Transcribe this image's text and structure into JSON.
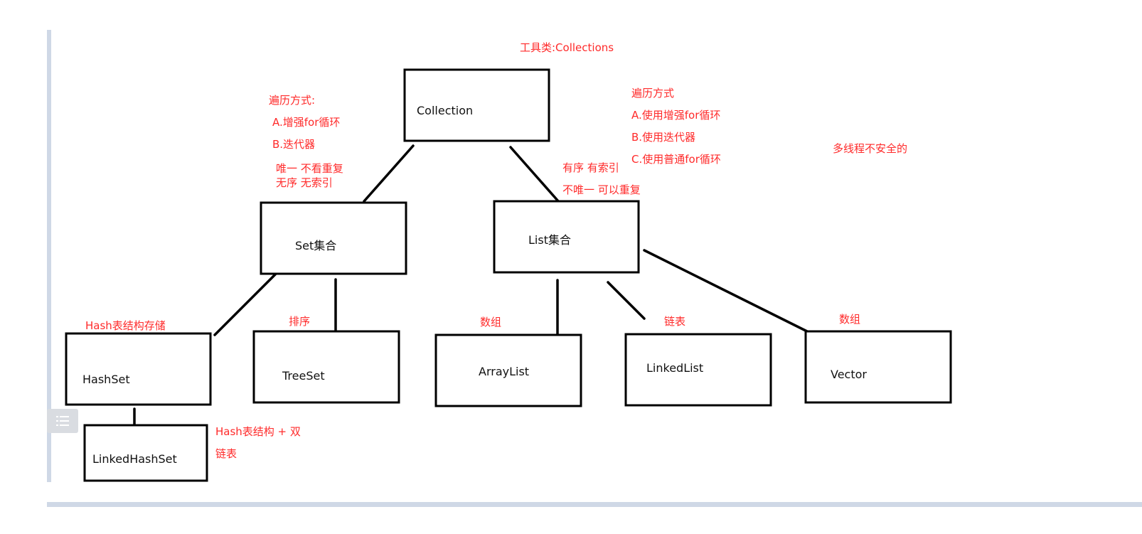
{
  "nodes": {
    "collection": "Collection",
    "set": "Set集合",
    "list": "List集合",
    "hashset": "HashSet",
    "treeset": "TreeSet",
    "arraylist": "ArrayList",
    "linkedlist": "LinkedList",
    "vector": "Vector",
    "linkedhashset": "LinkedHashSet"
  },
  "notes": {
    "utility_class": "工具类:Collections",
    "set_traversal_title": "遍历方式:",
    "set_traversal_a": "A.增强for循环",
    "set_traversal_b": "B.迭代器",
    "set_trait_1": "唯一  不看重复",
    "set_trait_2": "无序 无索引",
    "list_traversal_title": "遍历方式",
    "list_traversal_a": "A.使用增强for循环",
    "list_traversal_b": "B.使用迭代器",
    "list_traversal_c": "C.使用普通for循环",
    "list_trait_1": "有序 有索引",
    "list_trait_2": "不唯一 可以重复",
    "thread_unsafe": "多线程不安全的",
    "hashset_note": "Hash表结构存储",
    "treeset_note": "排序",
    "arraylist_note": "数组",
    "linkedlist_note": "链表",
    "vector_note": "数组",
    "linkedhashset_note_1": "Hash表结构  +  双",
    "linkedhashset_note_2": "链表"
  },
  "colors": {
    "note": "#ff2a2a",
    "box_stroke": "#000000",
    "quote_bar": "#cfd8e6",
    "toc_button": "#d9dce1"
  },
  "icons": {
    "toc": "list-toc-icon"
  }
}
